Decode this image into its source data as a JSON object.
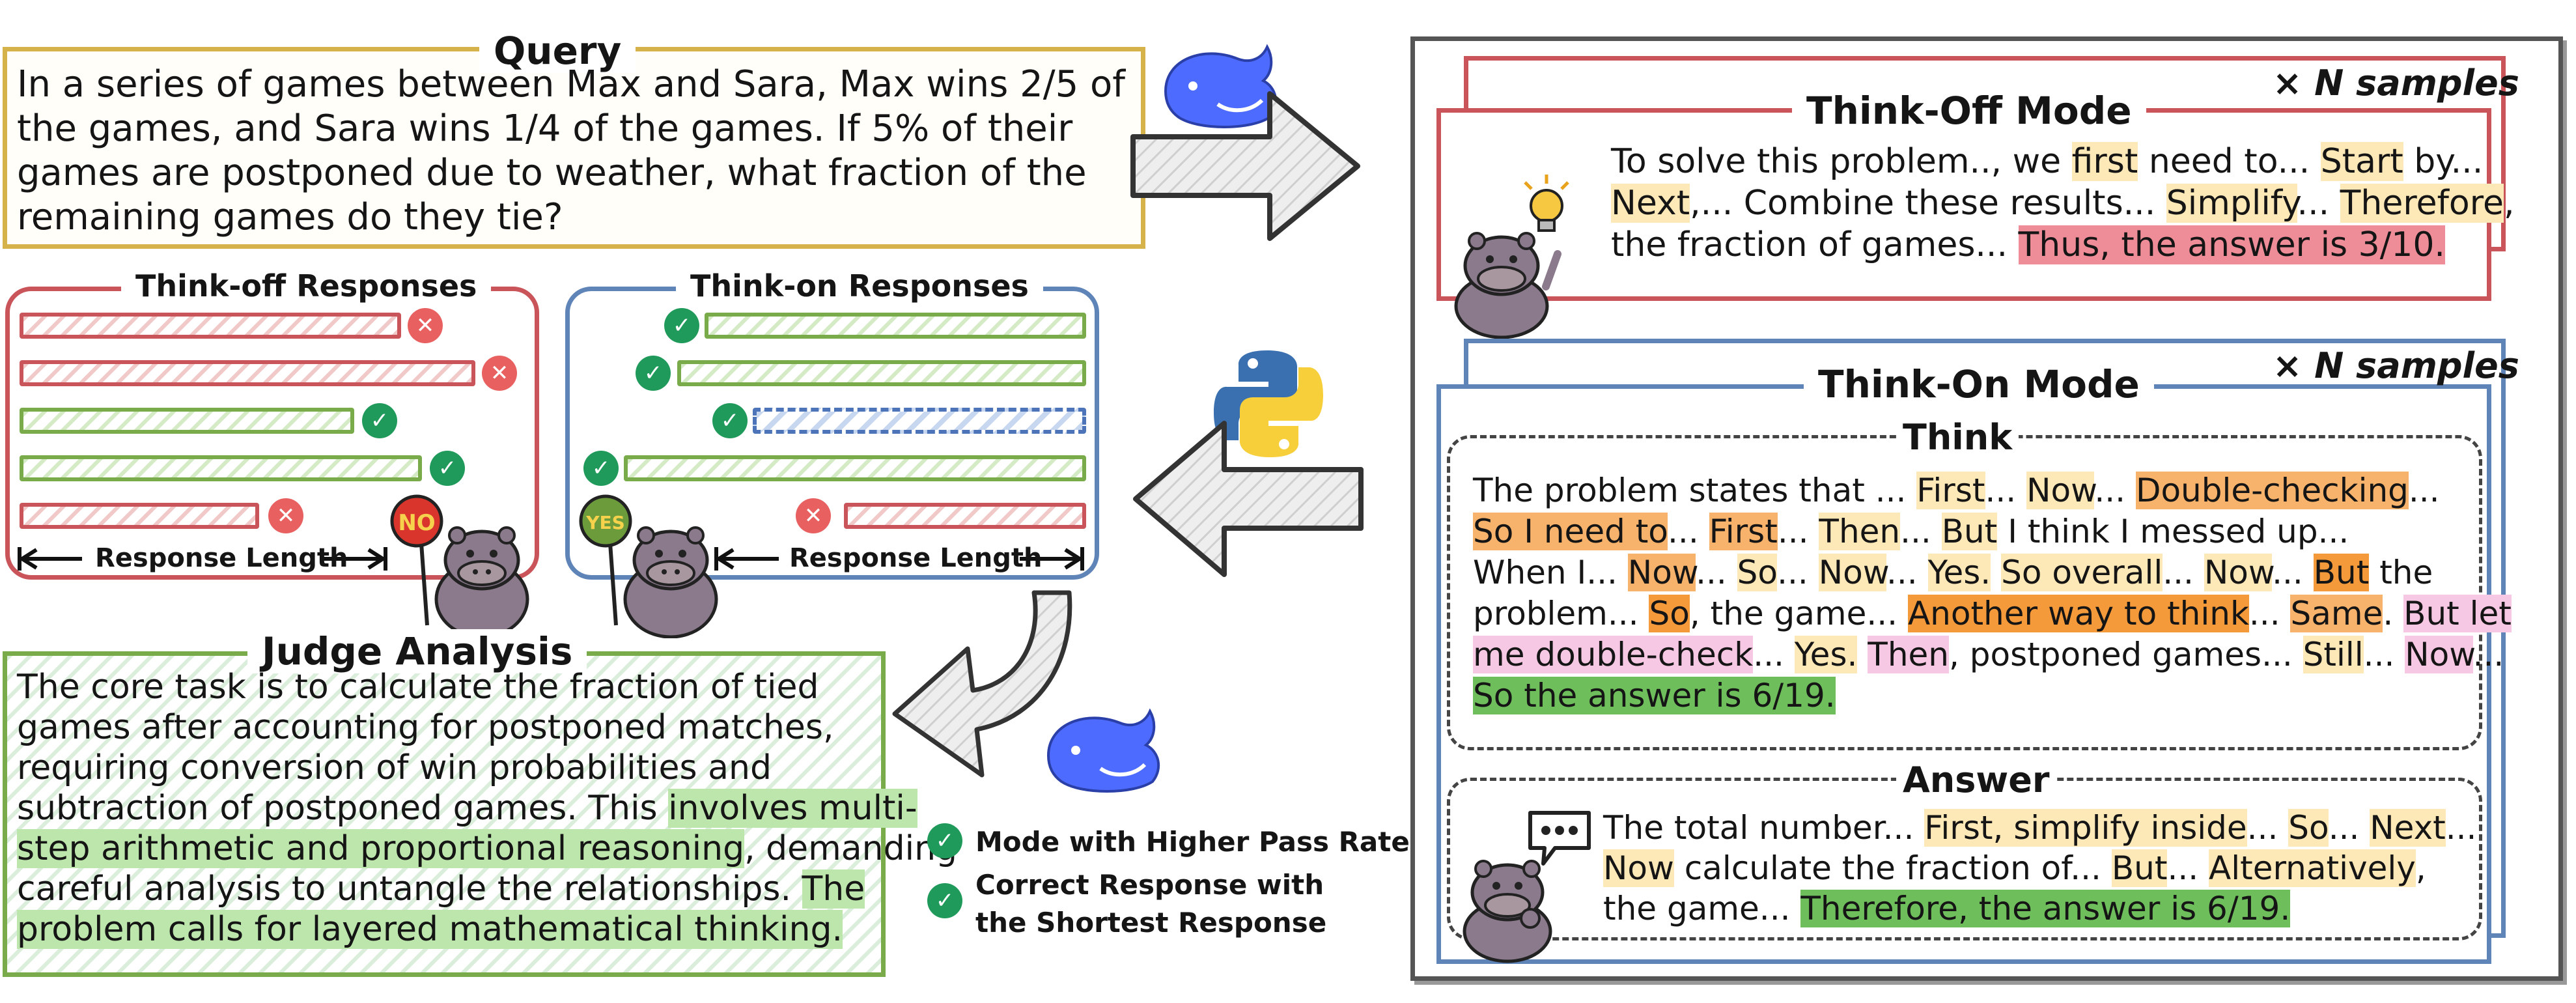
{
  "query": {
    "title": "Query",
    "lines": [
      "In a series of games between Max and Sara, Max wins 2/5 of",
      "the games, and Sara wins 1/4 of the games. If 5% of their",
      "games are postponed due to weather, what fraction of the",
      "remaining games do they tie?"
    ]
  },
  "think_off_responses": {
    "title": "Think-off Responses",
    "axis_label": "Response Length",
    "sign": "NO"
  },
  "think_on_responses": {
    "title": "Think-on Responses",
    "axis_label": "Response Length",
    "sign": "YES"
  },
  "judge": {
    "title": "Judge Analysis",
    "l1": "The core task is to calculate the fraction of tied",
    "l2": "games after accounting for postponed matches,",
    "l3": "requiring conversion of win probabilities and",
    "l4a": "subtraction of postponed games. This ",
    "l4b": "involves multi-",
    "l5a": "step arithmetic and proportional reasoning",
    "l5b": ", demanding",
    "l6a": "careful analysis to untangle the relationships. ",
    "l6b": "The",
    "l7": "problem calls for layered mathematical thinking."
  },
  "legend": {
    "item1": "Mode with Higher Pass Rate",
    "item2a": "Correct Response with",
    "item2b": "the Shortest Response"
  },
  "think_off_mode": {
    "title": "Think-Off Mode",
    "samples": "N samples",
    "times": "×",
    "l1a": "To solve this problem.., we ",
    "l1b": "first",
    "l1c": " need to... ",
    "l1d": "Start",
    "l1e": " by...",
    "l2a": "Next",
    "l2b": ",... Combine these results... ",
    "l2c": "Simplify",
    "l2d": "... ",
    "l2e": "Therefore",
    "l2f": ",",
    "l3a": "the fraction of games... ",
    "l3b": "Thus, the answer is 3/10."
  },
  "think_on_mode": {
    "title": "Think-On Mode",
    "samples": "N samples",
    "times": "×",
    "think_title": "Think",
    "answer_title": "Answer",
    "t1": [
      "The problem states that ... ",
      "First",
      "... ",
      "Now",
      "... ",
      "Double-checking",
      "..."
    ],
    "t2": [
      "So I need to",
      "... ",
      "First",
      "... ",
      "Then",
      "... ",
      "But",
      " I think I messed up..."
    ],
    "t3": [
      "When I... ",
      "Now",
      "... ",
      "So",
      "...  ",
      "Now",
      "... ",
      "Yes.",
      "  ",
      "So overall",
      "... ",
      "Now",
      "... ",
      "But",
      " the"
    ],
    "t4": [
      "problem... ",
      "So",
      ", the game...  ",
      "Another way to think",
      "... ",
      "Same",
      ".  ",
      "But let"
    ],
    "t5": [
      "me double-check",
      "... ",
      "Yes.",
      " ",
      "Then",
      ", postponed games... ",
      "Still",
      "... ",
      "Now",
      "..."
    ],
    "t6": "So the answer is 6/19.",
    "a1": [
      "The total number... ",
      "First, simplify inside",
      "...  ",
      "So",
      "...  ",
      "Next",
      "..."
    ],
    "a2": [
      "Now",
      " calculate the fraction of... ",
      "But",
      "...  ",
      "Alternatively",
      ","
    ],
    "a3": [
      "the game...  ",
      "Therefore, the answer is 6/19."
    ]
  }
}
